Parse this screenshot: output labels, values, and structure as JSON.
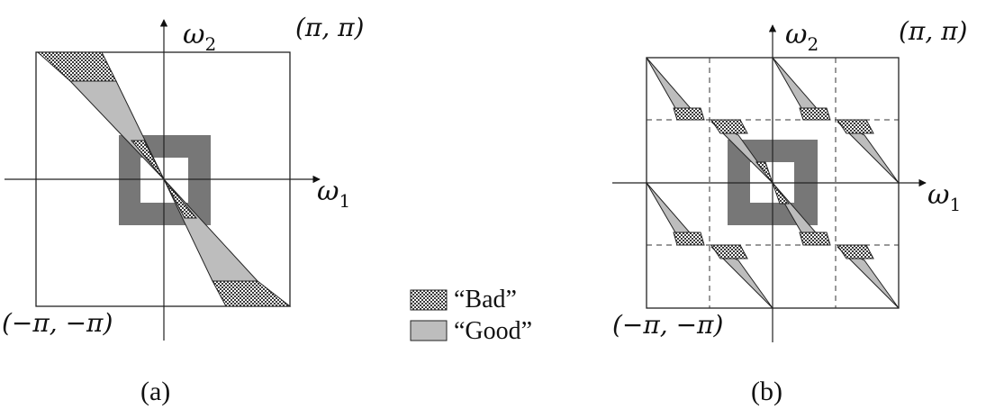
{
  "panels": [
    {
      "caption": "(a)",
      "axis1": "ω",
      "axis1_sub": "1",
      "axis2": "ω",
      "axis2_sub": "2",
      "corner_top_right": "(π, π)",
      "corner_bottom_left": "(−π, −π)"
    },
    {
      "caption": "(b)",
      "axis1": "ω",
      "axis1_sub": "1",
      "axis2": "ω",
      "axis2_sub": "2",
      "corner_top_right": "(π, π)",
      "corner_bottom_left": "(−π, −π)"
    }
  ],
  "legend": {
    "bad": "“Bad”",
    "good": "“Good”"
  },
  "colors": {
    "square_fill": "#777777",
    "good_fill": "#bdbdbd",
    "bad_fill": "#4a4a4a",
    "line": "#222222"
  }
}
